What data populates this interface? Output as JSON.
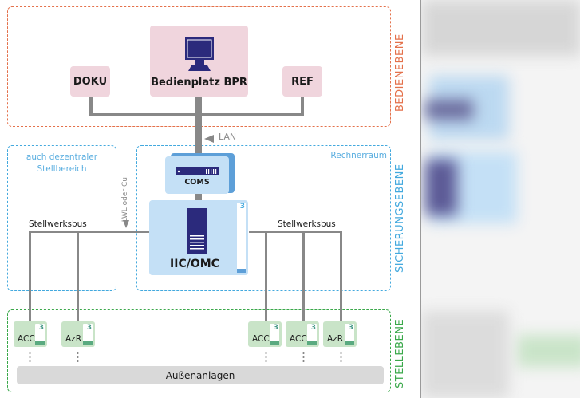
{
  "zones": {
    "bedienebene": {
      "label": "BEDIENEBENE",
      "color": "#e4714b"
    },
    "sicherungsebene": {
      "label": "SICHERUNGSEBENE",
      "color": "#43a9de"
    },
    "stellebene": {
      "label": "STELLEBENE",
      "color": "#3aa84a"
    }
  },
  "sub_zones": {
    "dezentral": {
      "line1": "auch dezentraler",
      "line2": "Stellbereich"
    },
    "rechnerraum": {
      "label": "Rechnerraum"
    }
  },
  "nodes": {
    "doku": {
      "label": "DOKU"
    },
    "bpr": {
      "label": "Bedienplatz BPR",
      "icon": "monitor-icon"
    },
    "ref": {
      "label": "REF"
    },
    "coms": {
      "label": "COMS",
      "icon": "rack-server-icon"
    },
    "iic": {
      "label": "IIC/OMC",
      "badge": "3",
      "icon": "tower-server-icon"
    }
  },
  "connections": {
    "lan": {
      "label": "LAN"
    },
    "lwl": {
      "label": "LWL oder Cu"
    },
    "bus_left": {
      "label": "Stellwerksbus"
    },
    "bus_right": {
      "label": "Stellwerksbus"
    }
  },
  "field_units": [
    {
      "label": "ACC",
      "badge": "3"
    },
    {
      "label": "AzR",
      "badge": "3"
    },
    {
      "label": "ACC",
      "badge": "3"
    },
    {
      "label": "ACC",
      "badge": "3"
    },
    {
      "label": "AzR",
      "badge": "3"
    }
  ],
  "outdoor": {
    "label": "Außenanlagen"
  },
  "colors": {
    "node_pink": "#f0d5dd",
    "node_blue": "#c4e0f6",
    "node_green": "#c9e4c8",
    "icon_navy": "#2b2a7c",
    "connector_gray": "#888888"
  }
}
